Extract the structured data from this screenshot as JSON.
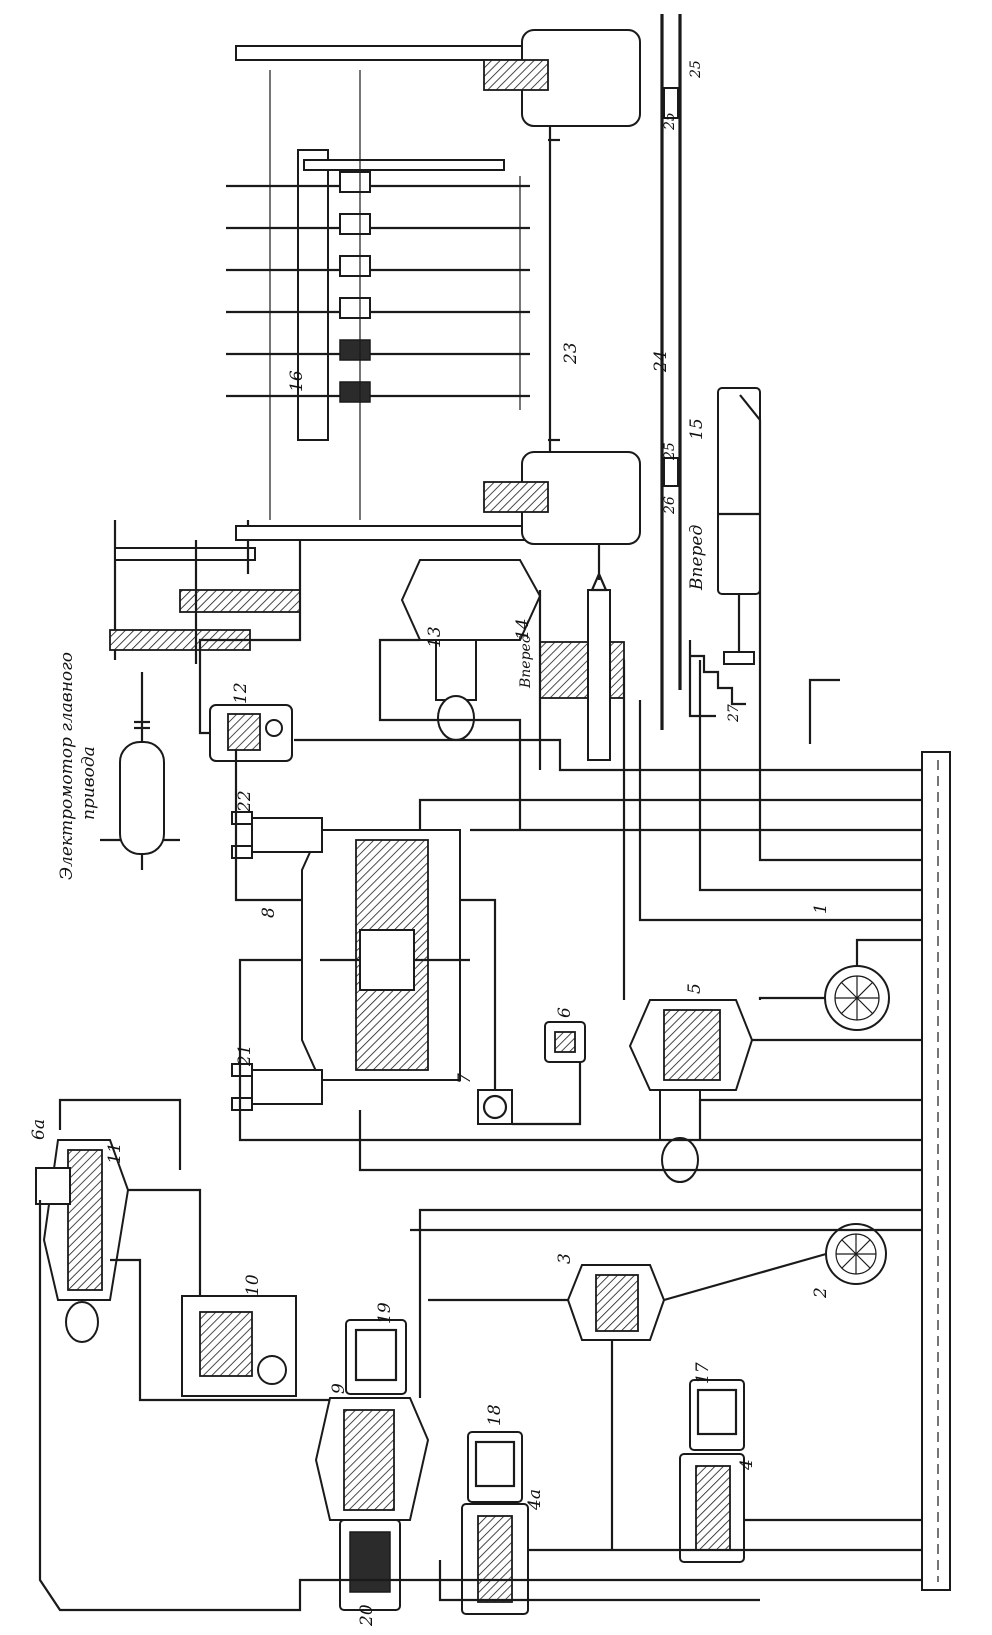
{
  "captions": {
    "motor_line1": "Электромотор главного",
    "motor_line2": "привода",
    "forward_a": "Вперед",
    "forward_b": "Вперед"
  },
  "labels": {
    "n1": "1",
    "n2": "2",
    "n3": "3",
    "n4": "4",
    "n4a": "4а",
    "n5": "5",
    "n6": "6",
    "n6a": "6а",
    "n7": "7",
    "n8": "8",
    "n9": "9",
    "n10": "10",
    "n11": "11",
    "n12": "12",
    "n13": "13",
    "n14": "14",
    "n15": "15",
    "n16": "16",
    "n17": "17",
    "n18": "18",
    "n19": "19",
    "n20": "20",
    "n21": "21",
    "n22": "22",
    "n23": "23",
    "n24": "24",
    "n25a": "25",
    "n25b": "25",
    "n25c": "25",
    "n26": "26",
    "n27": "27"
  }
}
